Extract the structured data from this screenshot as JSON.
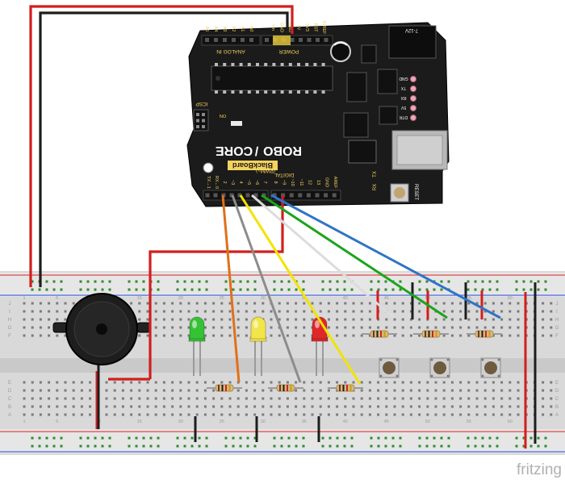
{
  "board": {
    "analog_in_label": "ANALOG IN",
    "power_label": "POWER",
    "power_pins": [
      "IOREF",
      "RST",
      "3V3",
      "5V",
      "GND",
      "GND",
      "Vin"
    ],
    "analog_pins": [
      "A0",
      "A1",
      "A2",
      "A3",
      "A4",
      "A5"
    ],
    "brand_robo": "ROBO",
    "brand_core": "CORE",
    "brand_sub": "BlackBoard",
    "digital_label": "DIGITAL",
    "pwm_label": "(PWM~)",
    "digital_pins": [
      "TX→1",
      "RX←0",
      "2",
      "~3",
      "4",
      "~5",
      "~6",
      "7",
      "8",
      "~9",
      "~10",
      "~11",
      "12",
      "13",
      "GND",
      "AREF"
    ],
    "icsp_label": "ICSP",
    "on_label": "ON",
    "reset_label": "RESET",
    "led_labels": [
      "GND",
      "TX",
      "RX",
      "5V",
      "DTR"
    ],
    "tx_label": "TX",
    "rx_label": "RX",
    "vin_label": "7-12V",
    "aref_label": "AREF"
  },
  "breadboard": {
    "row_letters_top": [
      "J",
      "I",
      "H",
      "G",
      "F"
    ],
    "row_letters_bottom": [
      "E",
      "D",
      "C",
      "B",
      "A"
    ],
    "column_numbers": [
      "1",
      "5",
      "10",
      "15",
      "20",
      "25",
      "30",
      "35",
      "40",
      "45",
      "50",
      "55",
      "60"
    ]
  },
  "colors": {
    "board": "#1b1b1b",
    "silk": "#f4d35e",
    "wire_red": "#d21e1e",
    "wire_black": "#1d1d1d",
    "wire_orange": "#e0701a",
    "wire_gray": "#8c8c8c",
    "wire_yellow": "#f2e300",
    "wire_white": "#dcdcdc",
    "wire_green": "#1aa51a",
    "wire_blue": "#2f74c7",
    "led_green": "#35c235",
    "led_yellow": "#f2e54a",
    "led_red": "#e02828"
  },
  "components": {
    "leds": [
      "green",
      "yellow",
      "red"
    ],
    "buzzer": "piezo",
    "buttons": 3,
    "resistors": 6
  },
  "watermark": "fritzing"
}
